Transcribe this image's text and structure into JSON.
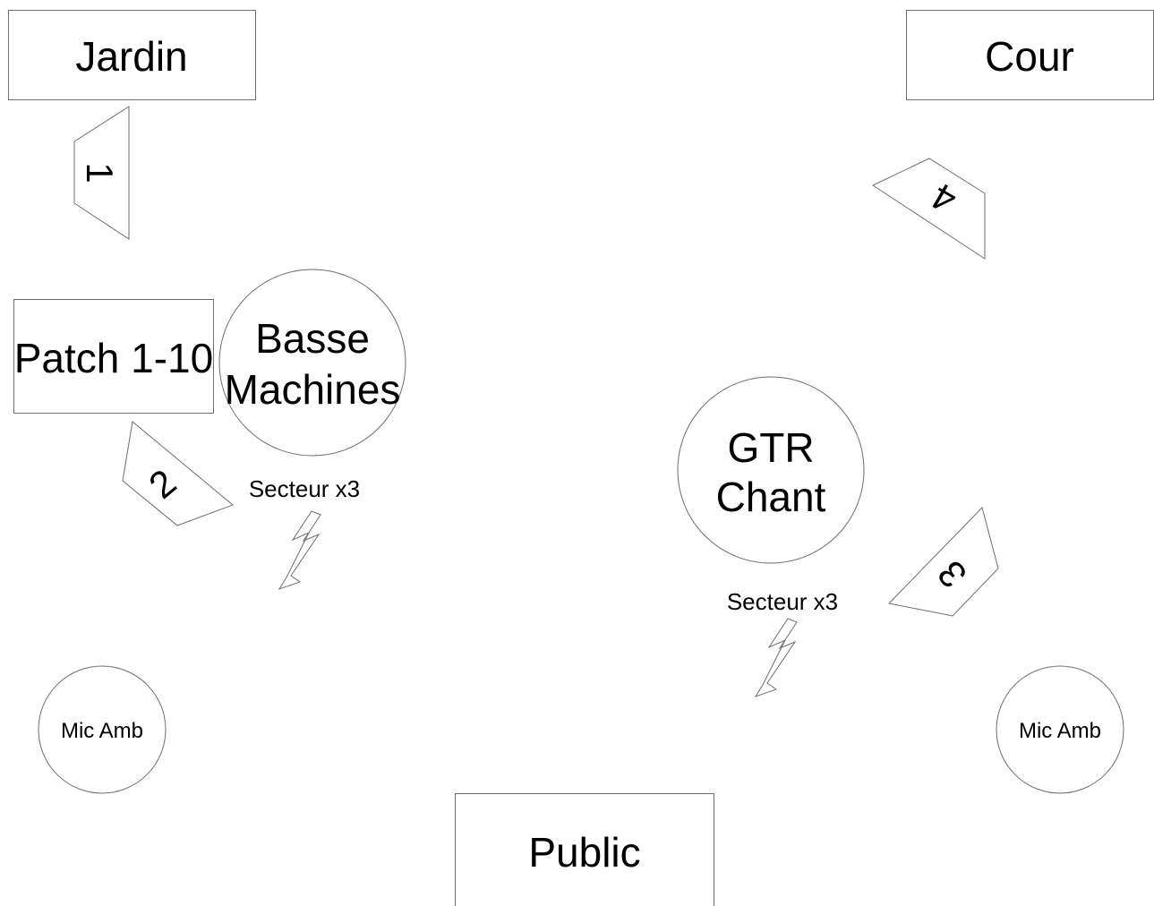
{
  "labels": {
    "jardin": "Jardin",
    "cour": "Cour",
    "public": "Public",
    "patch": "Patch 1-10",
    "basse_line1": "Basse",
    "basse_line2": "Machines",
    "gtr_line1": "GTR",
    "gtr_line2": "Chant",
    "secteur_left": "Secteur x3",
    "secteur_right": "Secteur x3",
    "mic_amb_left": "Mic Amb",
    "mic_amb_right": "Mic Amb"
  },
  "monitors": {
    "m1": "1",
    "m2": "2",
    "m3": "3",
    "m4": "4"
  },
  "icons": {
    "power": "lightning-bolt-icon"
  },
  "colors": {
    "stroke": "#6e6e6e",
    "text": "#000000",
    "background": "#ffffff"
  }
}
